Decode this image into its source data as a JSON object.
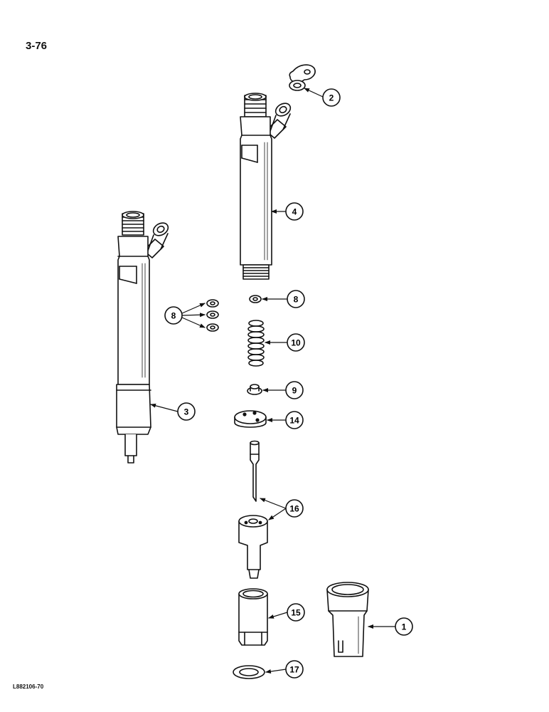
{
  "page_number": "3-76",
  "figure_code": "L882106-70",
  "callouts": {
    "c1": "1",
    "c2": "2",
    "c3": "3",
    "c4": "4",
    "c8a": "8",
    "c8b": "8",
    "c9": "9",
    "c10": "10",
    "c14": "14",
    "c15": "15",
    "c16": "16",
    "c17": "17"
  }
}
